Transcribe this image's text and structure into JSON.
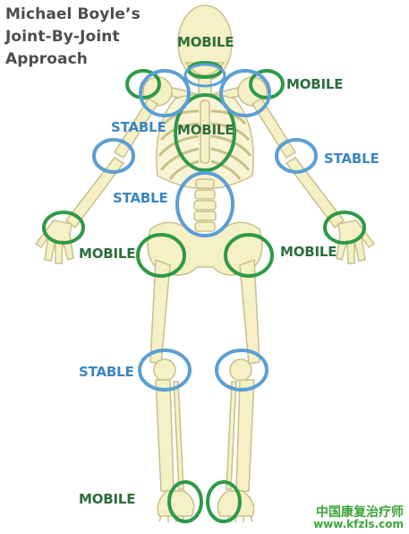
{
  "title": {
    "line1": "Michael Boyle’s",
    "line2": "Joint-By-Joint",
    "line3": "Approach"
  },
  "labels": {
    "neck": "MOBILE",
    "shoulder_right": "MOBILE",
    "thoracic": "MOBILE",
    "scapula": "STABLE",
    "elbow": "STABLE",
    "lumbar": "STABLE",
    "hip_left": "MOBILE",
    "hip_right": "MOBILE",
    "knee": "STABLE",
    "ankle": "MOBILE"
  },
  "watermark": {
    "line1": "中国康复治疗师",
    "line2": "www.kfzls.com"
  },
  "colors": {
    "mobile": "#2e9a47",
    "stable": "#5b9fd4",
    "bone": "#f6f0c6",
    "bone_outline": "#c9c08a"
  }
}
